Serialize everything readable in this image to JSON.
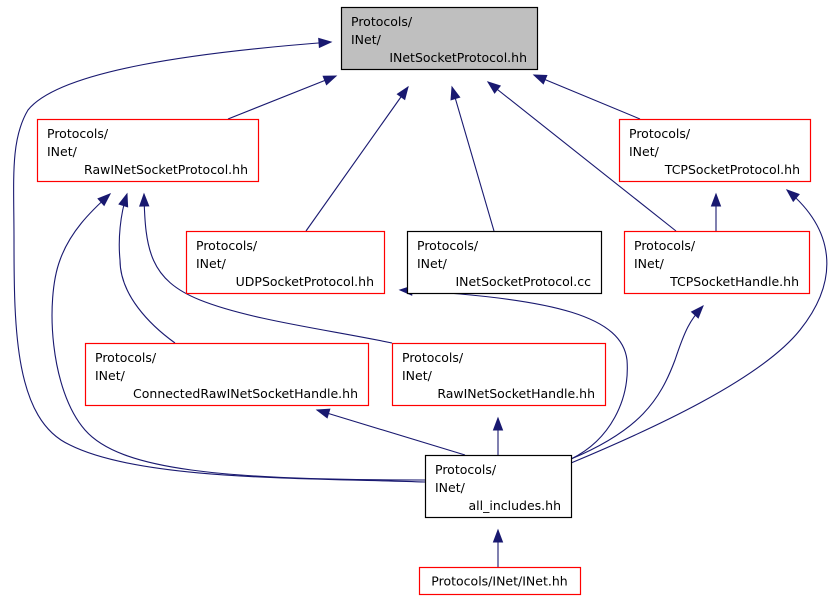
{
  "diagram": {
    "nodes": [
      {
        "id": "inetsocketprotocol_hh",
        "lines": [
          "Protocols/",
          "INet/",
          "INetSocketProtocol.hh"
        ],
        "fill": "#bfbfbf",
        "border": "#000000"
      },
      {
        "id": "rawinetsocketprotocol_hh",
        "lines": [
          "Protocols/",
          "INet/",
          "RawINetSocketProtocol.hh"
        ],
        "fill": "#ffffff",
        "border": "#ff0000"
      },
      {
        "id": "tcpsocketprotocol_hh",
        "lines": [
          "Protocols/",
          "INet/",
          "TCPSocketProtocol.hh"
        ],
        "fill": "#ffffff",
        "border": "#ff0000"
      },
      {
        "id": "udpsocketprotocol_hh",
        "lines": [
          "Protocols/",
          "INet/",
          "UDPSocketProtocol.hh"
        ],
        "fill": "#ffffff",
        "border": "#ff0000"
      },
      {
        "id": "inetsocketprotocol_cc",
        "lines": [
          "Protocols/",
          "INet/",
          "INetSocketProtocol.cc"
        ],
        "fill": "#ffffff",
        "border": "#000000"
      },
      {
        "id": "tcpsockethandle_hh",
        "lines": [
          "Protocols/",
          "INet/",
          "TCPSocketHandle.hh"
        ],
        "fill": "#ffffff",
        "border": "#ff0000"
      },
      {
        "id": "connectedrawinetsockethandle_hh",
        "lines": [
          "Protocols/",
          "INet/",
          "ConnectedRawINetSocketHandle.hh"
        ],
        "fill": "#ffffff",
        "border": "#ff0000"
      },
      {
        "id": "rawinetsockethandle_hh",
        "lines": [
          "Protocols/",
          "INet/",
          "RawINetSocketHandle.hh"
        ],
        "fill": "#ffffff",
        "border": "#ff0000"
      },
      {
        "id": "all_includes_hh",
        "lines": [
          "Protocols/",
          "INet/",
          "all_includes.hh"
        ],
        "fill": "#ffffff",
        "border": "#000000"
      },
      {
        "id": "inet_hh",
        "lines": [
          "Protocols/INet/INet.hh"
        ],
        "fill": "#ffffff",
        "border": "#ff0000"
      }
    ],
    "edges": [
      {
        "from": "rawinetsocketprotocol_hh",
        "to": "inetsocketprotocol_hh"
      },
      {
        "from": "udpsocketprotocol_hh",
        "to": "inetsocketprotocol_hh"
      },
      {
        "from": "inetsocketprotocol_cc",
        "to": "inetsocketprotocol_hh"
      },
      {
        "from": "tcpsockethandle_hh",
        "to": "inetsocketprotocol_hh"
      },
      {
        "from": "tcpsocketprotocol_hh",
        "to": "inetsocketprotocol_hh"
      },
      {
        "from": "all_includes_hh",
        "to": "inetsocketprotocol_hh"
      },
      {
        "from": "tcpsockethandle_hh",
        "to": "tcpsocketprotocol_hh"
      },
      {
        "from": "all_includes_hh",
        "to": "tcpsocketprotocol_hh"
      },
      {
        "from": "connectedrawinetsockethandle_hh",
        "to": "rawinetsocketprotocol_hh"
      },
      {
        "from": "rawinetsockethandle_hh",
        "to": "rawinetsocketprotocol_hh"
      },
      {
        "from": "all_includes_hh",
        "to": "rawinetsocketprotocol_hh"
      },
      {
        "from": "all_includes_hh",
        "to": "udpsocketprotocol_hh"
      },
      {
        "from": "all_includes_hh",
        "to": "tcpsockethandle_hh"
      },
      {
        "from": "all_includes_hh",
        "to": "connectedrawinetsockethandle_hh"
      },
      {
        "from": "all_includes_hh",
        "to": "rawinetsockethandle_hh"
      },
      {
        "from": "inet_hh",
        "to": "all_includes_hh"
      }
    ]
  },
  "colors": {
    "edge": "#191970",
    "root_fill": "#bfbfbf",
    "red_border": "#ff0000",
    "black_border": "#000000"
  }
}
